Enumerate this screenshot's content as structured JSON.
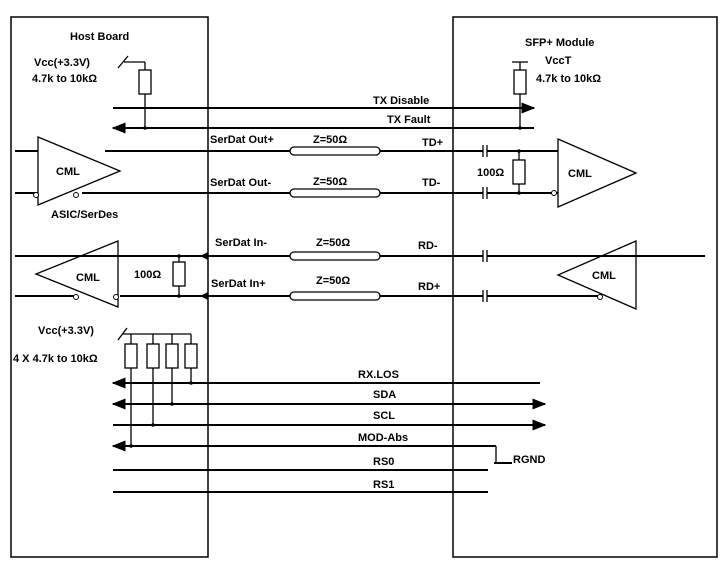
{
  "host": {
    "title": "Host Board",
    "vcc_tx": "Vcc(+3.3V)",
    "res_tx": "4.7k to 10kΩ",
    "asic": "ASIC/SerDes",
    "vcc_rx": "Vcc(+3.3V)",
    "res_rx": "4 X 4.7k to 10kΩ",
    "rx_term": "100Ω",
    "cml_tx": "CML",
    "cml_rx": "CML"
  },
  "module": {
    "title": "SFP+ Module",
    "vcct": "VccT",
    "res": "4.7k to 10kΩ",
    "tx_term": "100Ω",
    "cml_tx": "CML",
    "cml_rx": "CML",
    "rgnd": "RGND"
  },
  "signals": {
    "tx_disable": "TX Disable",
    "tx_fault": "TX Fault",
    "serdat_out_p": "SerDat Out+",
    "serdat_out_n": "SerDat Out-",
    "serdat_in_n": "SerDat In-",
    "serdat_in_p": "SerDat In+",
    "td_p": "TD+",
    "td_n": "TD-",
    "rd_n": "RD-",
    "rd_p": "RD+",
    "z1": "Z=50Ω",
    "z2": "Z=50Ω",
    "z3": "Z=50Ω",
    "z4": "Z=50Ω",
    "rx_los": "RX.LOS",
    "sda": "SDA",
    "scl": "SCL",
    "mod_abs": "MOD-Abs",
    "rs0": "RS0",
    "rs1": "RS1"
  }
}
